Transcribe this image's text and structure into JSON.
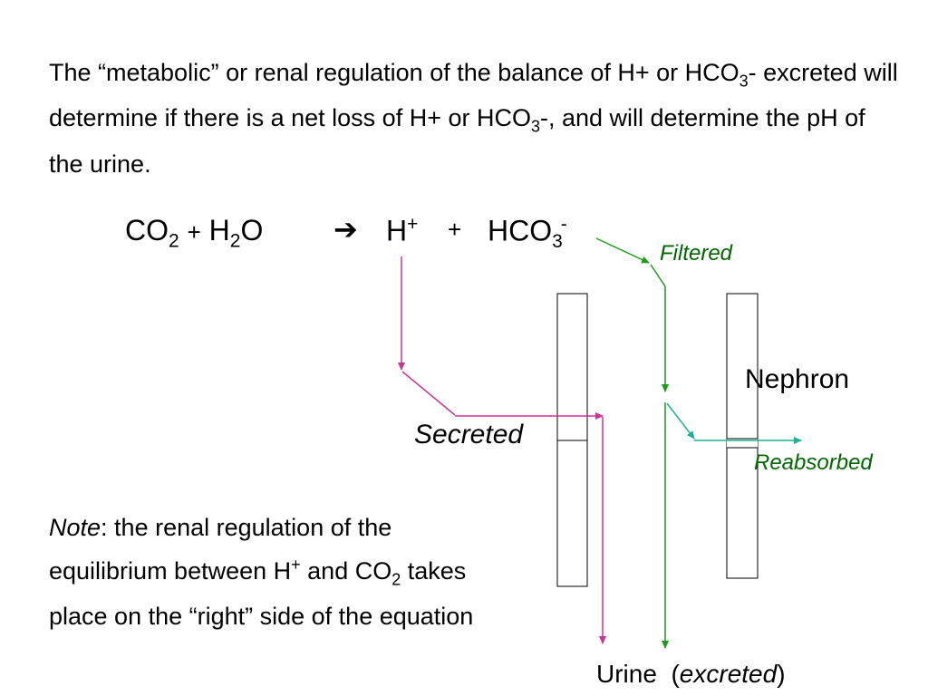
{
  "intro": {
    "part1": "The “metabolic” or renal regulation of the balance of H+ or HCO",
    "sub1": "3",
    "part2": "- excreted will determine if there is a net loss of H+ or HCO",
    "sub2": "3",
    "part3": "-, and will determine the pH of the urine."
  },
  "equation": {
    "co": "CO",
    "co_sub": "2",
    "plus1": "+",
    "h": "H",
    "h_sub": "2",
    "o": "O",
    "arrow": "➔",
    "hplus": "H",
    "hplus_sup": "+",
    "plus2": "+",
    "hco": "HCO",
    "hco_sub": "3",
    "hco_sup": "-"
  },
  "labels": {
    "filtered": "Filtered",
    "nephron": "Nephron",
    "secreted": "Secreted",
    "reabsorbed": "Reabsorbed",
    "urine": "Urine  (",
    "excreted": "excreted",
    "urine_close": ")"
  },
  "note": {
    "note_word": "Note",
    "text1": ": the renal regulation of the equilibrium between H",
    "sup1": "+",
    "text2": " and CO",
    "sub1": "2",
    "text3": " takes place on the “right” side of the equation"
  },
  "colors": {
    "secreted_arrow": "#cc3399",
    "filtered_arrow": "#1a9e1a",
    "reabsorbed_arrow": "#1ab394",
    "label_green": "#006600"
  }
}
